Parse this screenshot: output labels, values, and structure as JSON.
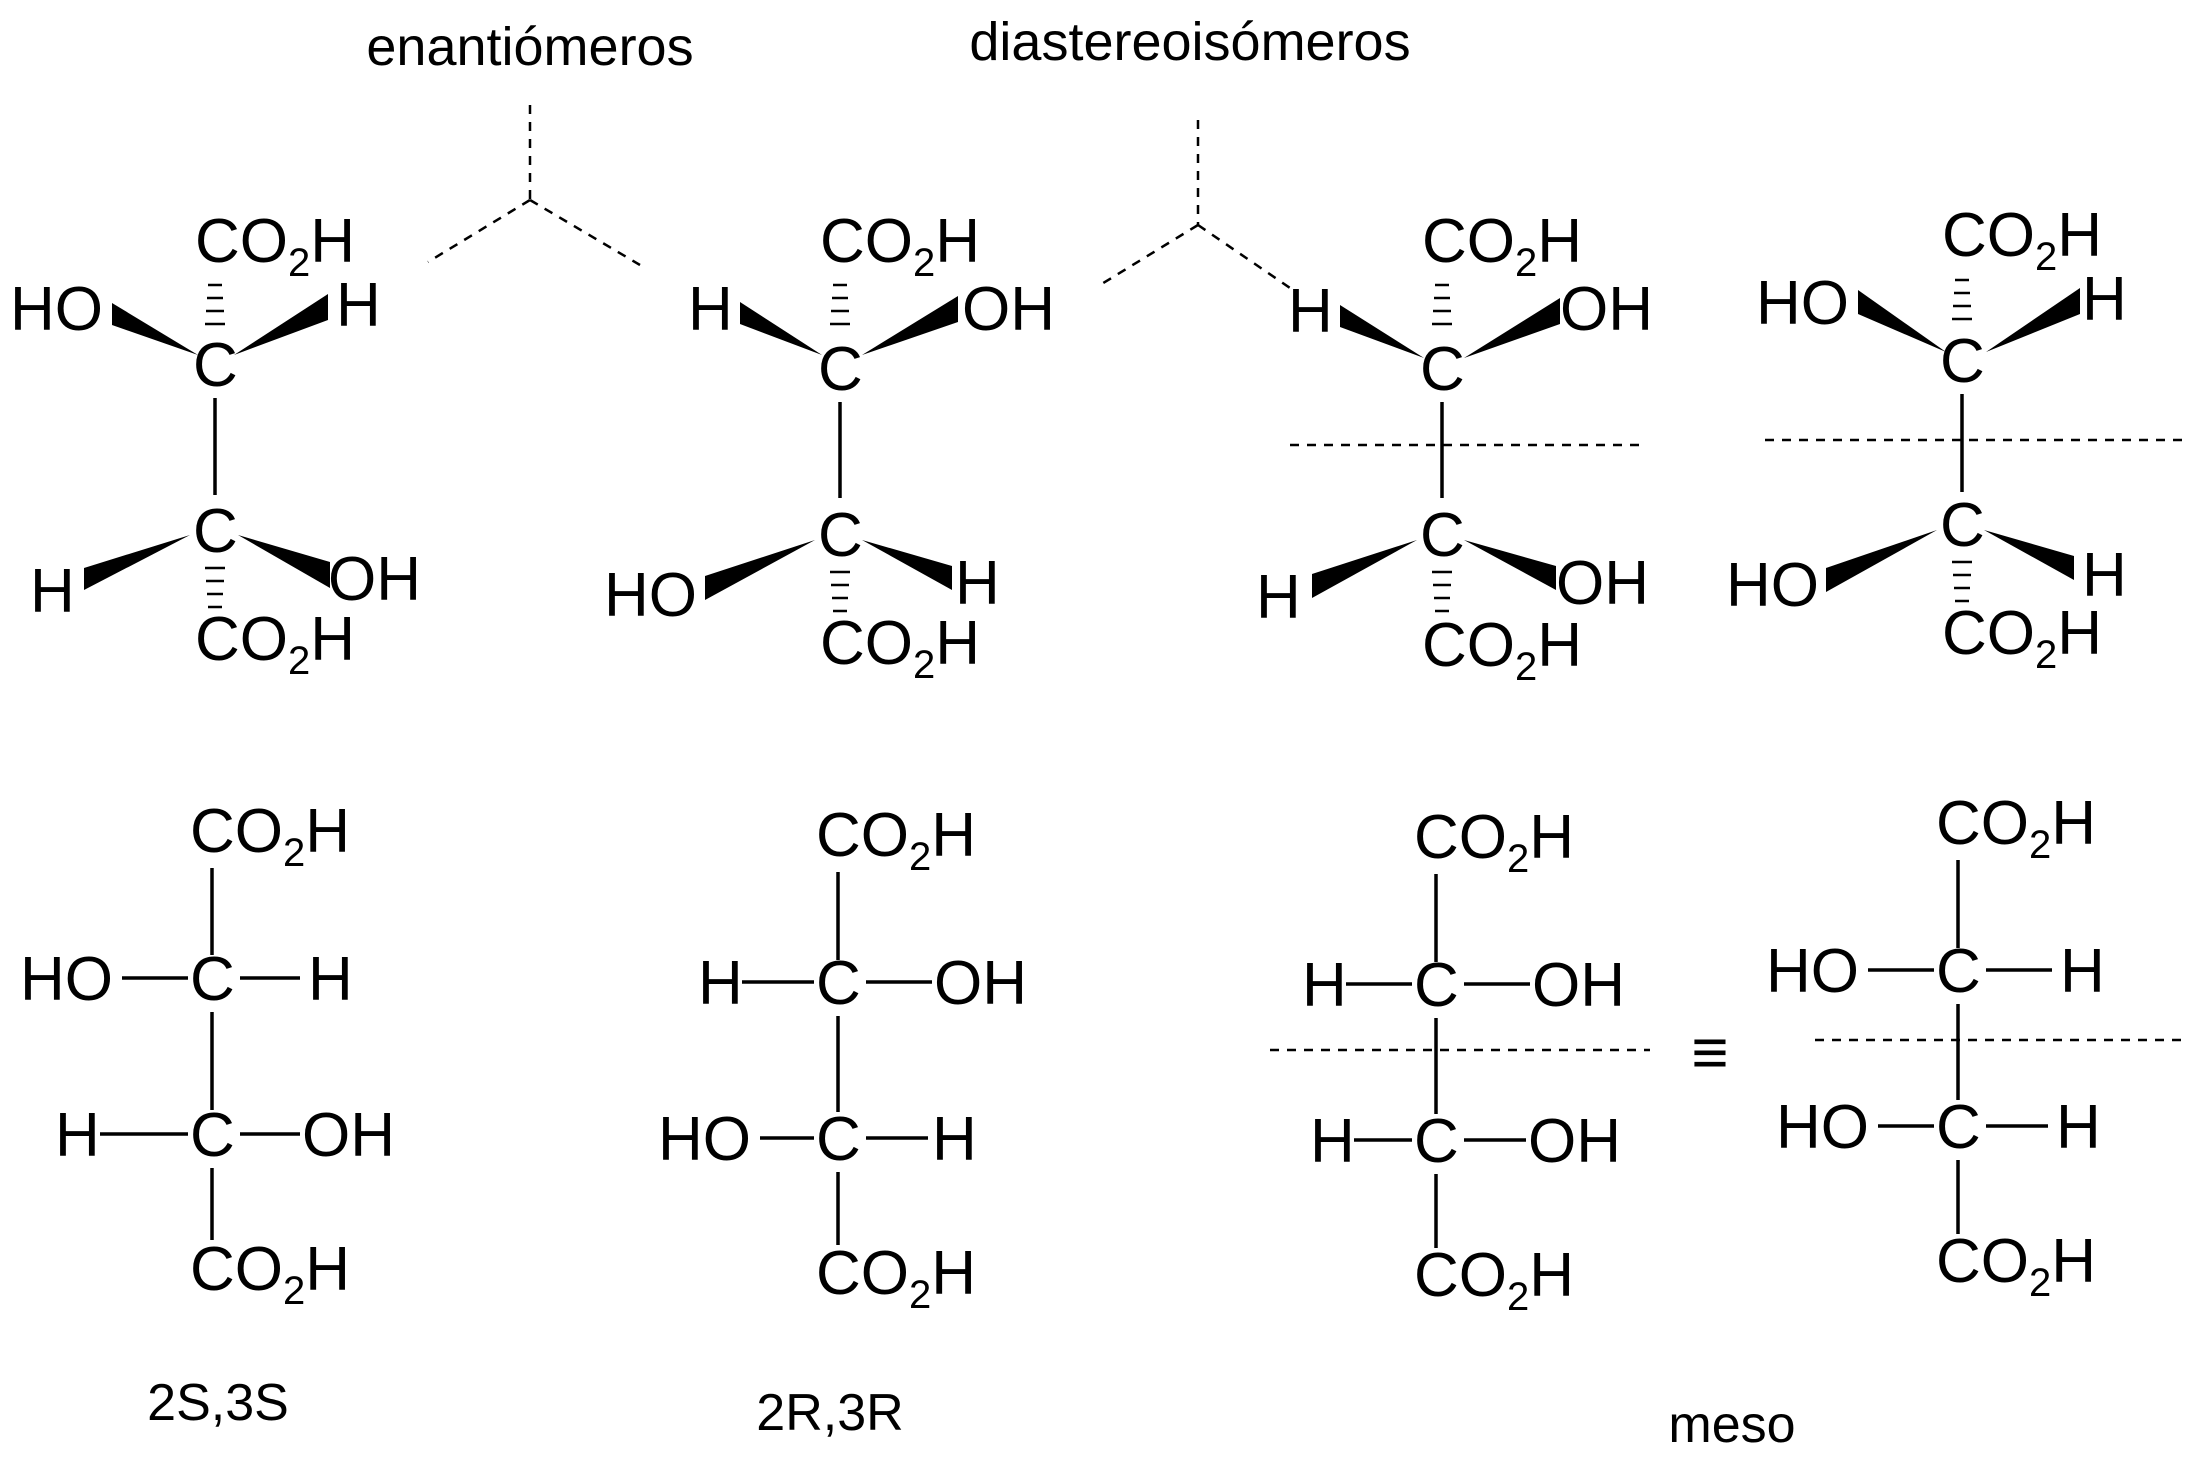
{
  "labels": {
    "enantiomers": "enantiómeros",
    "diastereomers": "diastereoisómeros",
    "config_ss": "2S,3S",
    "config_rr": "2R,3R",
    "config_meso": "meso",
    "equivalence_symbol": "≡"
  },
  "atoms": {
    "carbon": "C",
    "hydrogen": "H",
    "hydroxyl": "OH",
    "hydroxyl_left": "HO",
    "carboxyl_main": "CO",
    "carboxyl_sub": "2",
    "carboxyl_tail": "H"
  },
  "molecules": [
    {
      "id": "2S3S",
      "top_left": "HO",
      "top_right": "H",
      "bottom_left": "H",
      "bottom_right": "OH"
    },
    {
      "id": "2R3R",
      "top_left": "H",
      "top_right": "OH",
      "bottom_left": "HO",
      "bottom_right": "H"
    },
    {
      "id": "meso-a",
      "top_left": "H",
      "top_right": "OH",
      "bottom_left": "H",
      "bottom_right": "OH"
    },
    {
      "id": "meso-b",
      "top_left": "HO",
      "top_right": "H",
      "bottom_left": "HO",
      "bottom_right": "H"
    }
  ]
}
